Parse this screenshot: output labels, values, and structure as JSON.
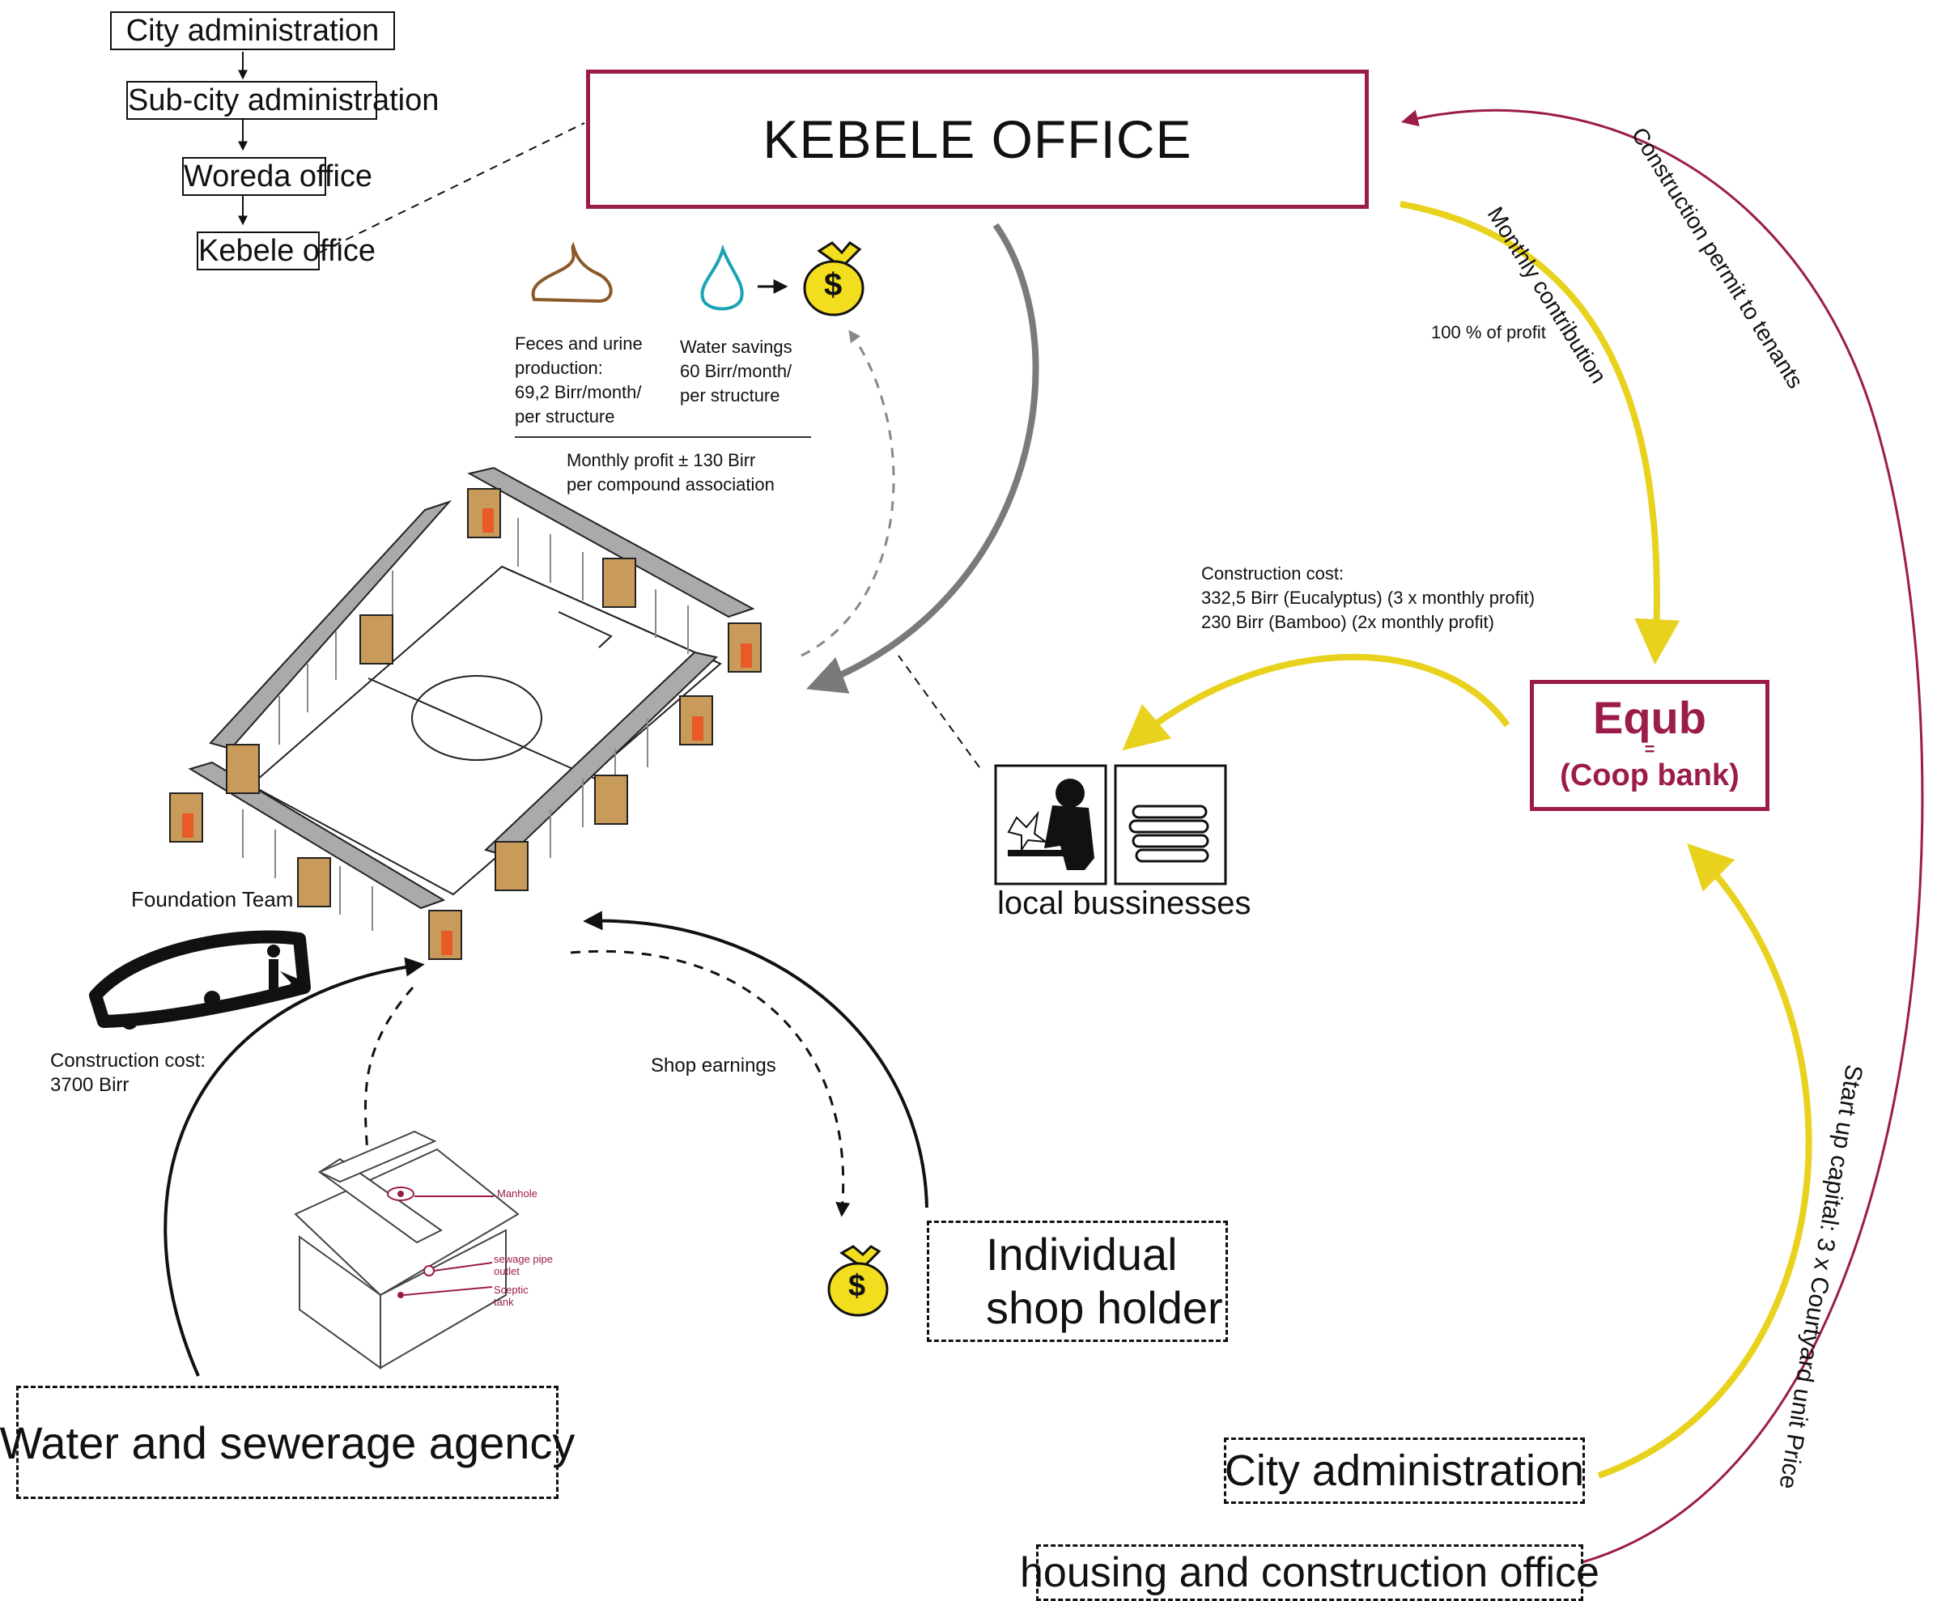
{
  "hierarchy": [
    "City administration",
    "Sub-city administration",
    "Woreda office",
    "Kebele office"
  ],
  "kebele_office": "KEBELE OFFICE",
  "equb": {
    "title": "Equb",
    "equals": "=",
    "subtitle": "(Coop bank)"
  },
  "savings": {
    "feces_label": "Feces and urine production: 69,2 Birr/month/ per structure",
    "feces_lines": [
      "Feces and urine",
      "production:",
      "69,2 Birr/month/",
      "per structure"
    ],
    "water_lines": [
      "Water savings",
      "60 Birr/month/",
      "per structure"
    ],
    "profit_lines": [
      "Monthly profit ± 130 Birr",
      "per compound association"
    ]
  },
  "money_symbol": "$",
  "flows": {
    "monthly_contribution": "Monthly contribution",
    "profit_share": "100 % of profit",
    "construction_permit": "Construction permit to tenants",
    "startup_capital": "Start up capital: 3 x Courtyard unit Price",
    "shop_earnings": "Shop earnings"
  },
  "construction_cost_local": [
    "Construction cost:",
    "332,5 Birr (Eucalyptus) (3 x monthly profit)",
    "230 Birr (Bamboo) (2x monthly profit)"
  ],
  "local_businesses": "local bussinesses",
  "foundation_team": "Foundation Team",
  "construction_cost_foundation": [
    "Construction cost:",
    "3700 Birr"
  ],
  "septic": {
    "manhole": "Manhole",
    "pipe": [
      "sewage pipe",
      "outlet"
    ],
    "tank": [
      "Sceptic",
      "tank"
    ]
  },
  "actors": {
    "shop_holder": [
      "Individual",
      "shop holder"
    ],
    "water_agency": "Water and sewerage agency",
    "city_admin": "City administration",
    "housing_office": "housing and construction office"
  },
  "colors": {
    "maroon": "#9b1c4b",
    "yellow": "#e8d21d",
    "grey": "#7a7a7a",
    "money": "#f2de1e"
  }
}
